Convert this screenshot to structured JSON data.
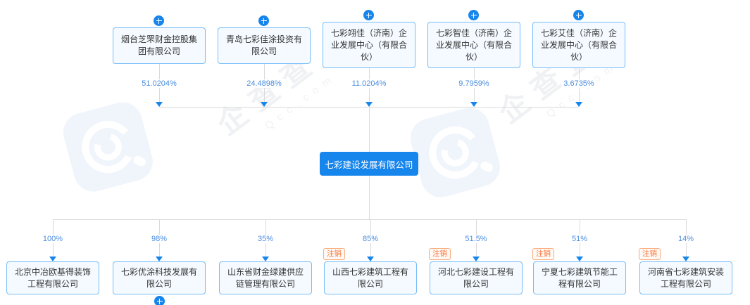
{
  "watermark": {
    "brand_cn": "企查查",
    "brand_en": "Qcc.com"
  },
  "colors": {
    "accent_blue": "#1685ec",
    "box_border_blue": "#77bdf7",
    "box_fill": "#f4faff",
    "percent_blue": "#4b8ddf",
    "line_gray": "#dadada",
    "badge_orange": "#f77234"
  },
  "center_company": {
    "name": "七彩建设发展有限公司"
  },
  "shareholders": [
    {
      "name": "烟台芝罘财金控股集团有限公司",
      "percent": "51.0204%"
    },
    {
      "name": "青岛七彩佳涂投资有限公司",
      "percent": "24.4898%"
    },
    {
      "name": "七彩翊佳（济南）企业发展中心（有限合伙）",
      "percent": "11.0204%"
    },
    {
      "name": "七彩智佳（济南）企业发展中心（有限合伙）",
      "percent": "9.7959%"
    },
    {
      "name": "七彩艾佳（济南）企业发展中心（有限合伙）",
      "percent": "3.6735%"
    }
  ],
  "subsidiaries": [
    {
      "name": "北京中冶欧基得装饰工程有限公司",
      "percent": "100%"
    },
    {
      "name": "七彩优涂科技发展有限公司",
      "percent": "98%"
    },
    {
      "name": "山东省财金绿建供应链管理有限公司",
      "percent": "35%"
    },
    {
      "name": "山西七彩建筑工程有限公司",
      "percent": "85%",
      "status": "注销"
    },
    {
      "name": "河北七彩建设工程有限公司",
      "percent": "51.5%",
      "status": "注销"
    },
    {
      "name": "宁夏七彩建筑节能工程有限公司",
      "percent": "51%",
      "status": "注销"
    },
    {
      "name": "河南省七彩建筑安装工程有限公司",
      "percent": "14%",
      "status": "注销"
    }
  ]
}
